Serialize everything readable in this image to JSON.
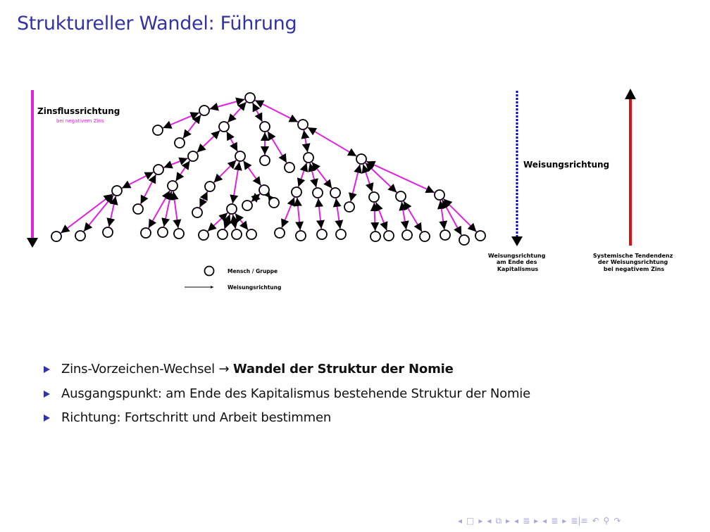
{
  "slide": {
    "title": "Struktureller Wandel: Führung"
  },
  "diagram": {
    "left_arrow_label": "Zinsflussrichtung",
    "left_arrow_sublabel": "bei negativem Zins",
    "middle_label": "Weisungsrichtung",
    "blue_arrow_caption": [
      "Weisungsrichtung",
      "am Ende des",
      "Kapitalismus"
    ],
    "red_arrow_caption": [
      "Systemische Tendendenz",
      "der Weisungsrichtung",
      "bei negativem Zins"
    ],
    "legend": {
      "node_label": "Mensch / Gruppe",
      "edge_label": "Weisungsrichtung"
    },
    "colors": {
      "edge": "#e020e0",
      "zinsfluss_arrow": "#e020e0",
      "blue_arrow": "#0000cc",
      "red_arrow": "#dd1111",
      "title": "#3333a3"
    },
    "tree": {
      "id": "root",
      "children": [
        {
          "id": "a",
          "children": [
            {
              "id": "a1"
            },
            {
              "id": "a2"
            }
          ]
        },
        {
          "id": "b",
          "children": [
            {
              "id": "e",
              "children": [
                {
                  "id": "g",
                  "children": [
                    {
                      "id": "h",
                      "children": [
                        {
                          "id": "h1"
                        },
                        {
                          "id": "h2"
                        },
                        {
                          "id": "h3"
                        }
                      ]
                    },
                    {
                      "id": "g1"
                    }
                  ]
                },
                {
                  "id": "i",
                  "children": [
                    {
                      "id": "i1"
                    },
                    {
                      "id": "i2"
                    },
                    {
                      "id": "i3"
                    }
                  ]
                }
              ]
            },
            {
              "id": "f",
              "children": [
                {
                  "id": "j",
                  "children": [
                    {
                      "id": "j1"
                    }
                  ]
                },
                {
                  "id": "l",
                  "children": [
                    {
                      "id": "l1"
                    },
                    {
                      "id": "l2"
                    },
                    {
                      "id": "l3"
                    },
                    {
                      "id": "l4"
                    }
                  ]
                },
                {
                  "id": "k",
                  "children": [
                    {
                      "id": "k1"
                    },
                    {
                      "id": "k2"
                    }
                  ]
                }
              ]
            }
          ]
        },
        {
          "id": "c",
          "children": [
            {
              "id": "c1"
            },
            {
              "id": "c2"
            }
          ]
        },
        {
          "id": "d",
          "children": [
            {
              "id": "m",
              "children": [
                {
                  "id": "o",
                  "children": [
                    {
                      "id": "o1"
                    },
                    {
                      "id": "o2"
                    }
                  ]
                },
                {
                  "id": "p",
                  "children": [
                    {
                      "id": "p1"
                    }
                  ]
                },
                {
                  "id": "q",
                  "children": [
                    {
                      "id": "q1"
                    }
                  ]
                }
              ]
            },
            {
              "id": "n",
              "children": [
                {
                  "id": "n1"
                },
                {
                  "id": "r",
                  "children": [
                    {
                      "id": "r1"
                    },
                    {
                      "id": "r2"
                    }
                  ]
                },
                {
                  "id": "s",
                  "children": [
                    {
                      "id": "s1"
                    },
                    {
                      "id": "s2"
                    }
                  ]
                },
                {
                  "id": "t",
                  "children": [
                    {
                      "id": "t1"
                    },
                    {
                      "id": "t2"
                    },
                    {
                      "id": "t3"
                    }
                  ]
                }
              ]
            }
          ]
        }
      ]
    }
  },
  "bullets": [
    {
      "text": "Zins-Vorzeichen-Wechsel → ",
      "bold": "Wandel der Struktur der Nomie"
    },
    {
      "text": "Ausgangspunkt: am Ende des Kapitalismus bestehende Struktur der Nomie",
      "bold": ""
    },
    {
      "text": "Richtung: Fortschritt und Arbeit bestimmen",
      "bold": ""
    }
  ],
  "navigation": {
    "icons": [
      "nav-prev-icon",
      "nav-frame-icon",
      "nav-next-icon",
      "nav-prev-subsection-icon",
      "nav-subsection-icon",
      "nav-next-subsection-icon",
      "nav-prev-section-icon",
      "nav-section-icon",
      "nav-next-section-icon",
      "nav-prev-slide-icon",
      "nav-slide-icon",
      "nav-next-slide-icon",
      "nav-toc-icon",
      "nav-back-icon",
      "nav-search-icon",
      "nav-forward-icon"
    ],
    "glyphs": [
      "◂",
      "□",
      "▸",
      "◂",
      "⧉",
      "▸",
      "◂",
      "≣",
      "▸",
      "◂",
      "≣",
      "▸",
      "≣|≡",
      "↶",
      "⚲",
      "↷"
    ]
  }
}
